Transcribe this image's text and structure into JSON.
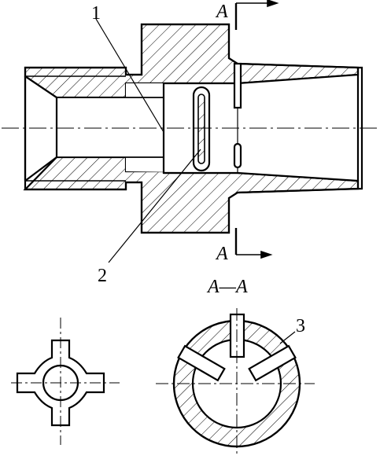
{
  "labels": {
    "part_1": "1",
    "part_2": "2",
    "part_3": "3",
    "section_top": "A",
    "section_bottom": "A",
    "section_title": "A—A"
  },
  "colors": {
    "line": "#000000",
    "background": "#ffffff"
  }
}
